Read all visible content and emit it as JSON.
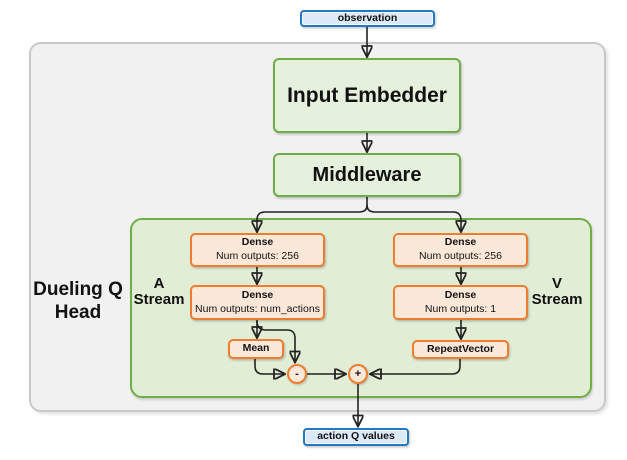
{
  "title": "Dueling Q Head network diagram",
  "nodes": {
    "observation": "observation",
    "input_embedder": "Input Embedder",
    "middleware": "Middleware",
    "action_q_values": "action Q values",
    "mean": "Mean",
    "repeat_vector": "RepeatVector",
    "minus": "-",
    "plus": "+"
  },
  "labels": {
    "head_line1": "Dueling Q",
    "head_line2": "Head",
    "a_stream_line1": "A",
    "a_stream_line2": "Stream",
    "v_stream_line1": "V",
    "v_stream_line2": "Stream"
  },
  "dense": {
    "a1": {
      "title": "Dense",
      "subtitle": "Num outputs: 256"
    },
    "a2": {
      "title": "Dense",
      "subtitle": "Num outputs: num_actions"
    },
    "v1": {
      "title": "Dense",
      "subtitle": "Num outputs: 256"
    },
    "v2": {
      "title": "Dense",
      "subtitle": "Num outputs: 1"
    }
  },
  "colors": {
    "blue_border": "#2477c2",
    "blue_fill": "#dce9f6",
    "green_border": "#70ad47",
    "green_box_fill": "#e6f1dd",
    "green_container_fill": "#e1eed5",
    "orange_border": "#ed7d31",
    "orange_fill": "#fce8d9",
    "gray_container_fill": "#f1f1f2",
    "gray_container_border": "#c9c9cb",
    "arrow": "#222222"
  }
}
